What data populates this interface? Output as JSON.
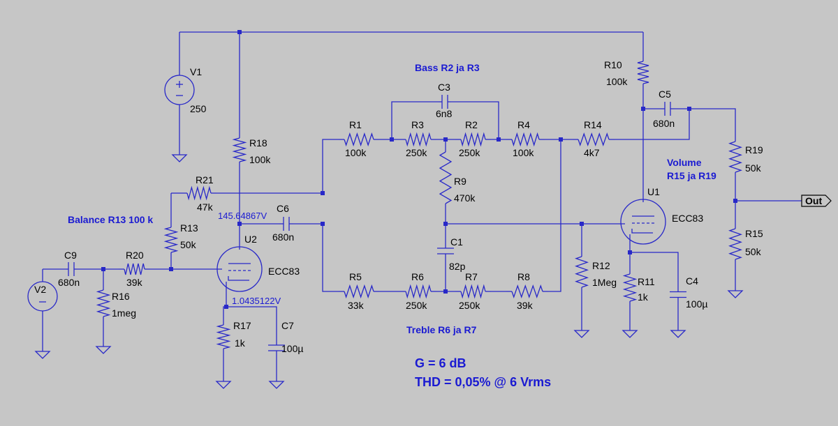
{
  "components": {
    "R1": {
      "name": "R1",
      "value": "100k"
    },
    "R2": {
      "name": "R2",
      "value": "250k"
    },
    "R3": {
      "name": "R3",
      "value": "250k"
    },
    "R4": {
      "name": "R4",
      "value": "100k"
    },
    "R5": {
      "name": "R5",
      "value": "33k"
    },
    "R6": {
      "name": "R6",
      "value": "250k"
    },
    "R7": {
      "name": "R7",
      "value": "250k"
    },
    "R8": {
      "name": "R8",
      "value": "39k"
    },
    "R9": {
      "name": "R9",
      "value": "470k"
    },
    "R10": {
      "name": "R10",
      "value": "100k"
    },
    "R11": {
      "name": "R11",
      "value": "1k"
    },
    "R12": {
      "name": "R12",
      "value": "1Meg"
    },
    "R13": {
      "name": "R13",
      "value": "50k"
    },
    "R14": {
      "name": "R14",
      "value": "4k7"
    },
    "R15": {
      "name": "R15",
      "value": "50k"
    },
    "R16": {
      "name": "R16",
      "value": "1meg"
    },
    "R17": {
      "name": "R17",
      "value": "1k"
    },
    "R18": {
      "name": "R18",
      "value": "100k"
    },
    "R19": {
      "name": "R19",
      "value": "50k"
    },
    "R20": {
      "name": "R20",
      "value": "39k"
    },
    "R21": {
      "name": "R21",
      "value": "47k"
    },
    "C1": {
      "name": "C1",
      "value": "82p"
    },
    "C3": {
      "name": "C3",
      "value": "6n8"
    },
    "C4": {
      "name": "C4",
      "value": "100µ"
    },
    "C5": {
      "name": "C5",
      "value": "680n"
    },
    "C6": {
      "name": "C6",
      "value": "680n"
    },
    "C7": {
      "name": "C7",
      "value": "100µ"
    },
    "C9": {
      "name": "C9",
      "value": "680n"
    },
    "V1": {
      "name": "V1",
      "value": "250"
    },
    "V2": {
      "name": "V2"
    },
    "U1": {
      "name": "U1",
      "value": "ECC83"
    },
    "U2": {
      "name": "U2",
      "value": "ECC83"
    }
  },
  "annotations": {
    "bass": "Bass  R2 ja R3",
    "treble": "Treble  R6 ja R7",
    "balance": "Balance R13 100 k",
    "volume": "Volume",
    "volume_sub": "R15 ja R19",
    "gain": "G = 6 dB",
    "thd": "THD = 0,05% @ 6 Vrms",
    "node_anode_u2": "145.64867V",
    "node_cathode_u2": "1.0435122V",
    "out_port": "Out"
  },
  "colors": {
    "background": "#c6c6c6",
    "wire": "#2828c8",
    "annotation": "#1a1ad2",
    "text": "#000000"
  }
}
